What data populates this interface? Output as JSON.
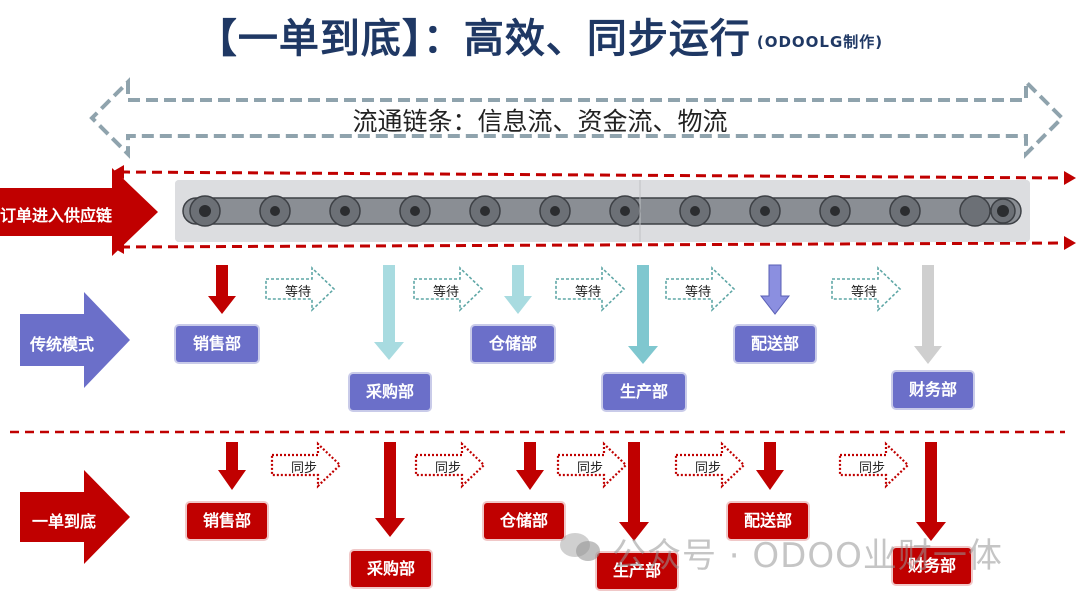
{
  "title": {
    "main": "【一单到底】：高效、同步运行",
    "note": "(ODOOLG制作)"
  },
  "flow_banner": "流通链条：信息流、资金流、物流",
  "supply_label": "订单进入供应链",
  "traditional": {
    "label": "传统模式",
    "depts": [
      "销售部",
      "采购部",
      "仓储部",
      "生产部",
      "配送部",
      "财务部"
    ],
    "wait_label": "等待"
  },
  "one_order": {
    "label": "一单到底",
    "depts": [
      "销售部",
      "采购部",
      "仓储部",
      "生产部",
      "配送部",
      "财务部"
    ],
    "sync_label": "同步"
  },
  "watermark": "公众号 · ODOO业财一体",
  "colors": {
    "title": "#1f3864",
    "blue_box": "#6b6fc9",
    "red": "#c00000",
    "dash_red": "#c00000"
  }
}
